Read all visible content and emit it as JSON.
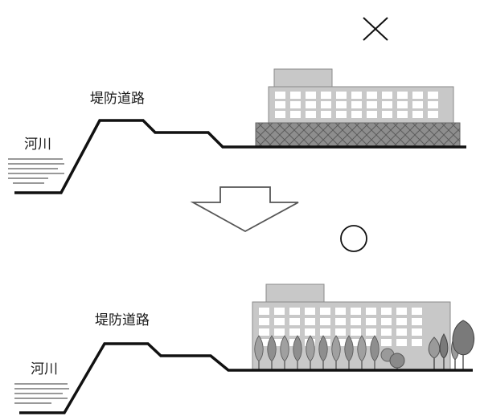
{
  "top_panel": {
    "verdict_mark": "×",
    "river_label": "河川",
    "road_label": "堤防道路"
  },
  "arrow": {
    "direction": "down"
  },
  "bottom_panel": {
    "verdict_mark": "○",
    "river_label": "河川",
    "road_label": "堤防道路"
  },
  "colors": {
    "ground": "#111111",
    "building_fill": "#c8c8c8",
    "building_stroke": "#8a8a8a",
    "window": "#ffffff",
    "hatch_base": "#8e8e8e",
    "tree_fill": "#9a9a9a",
    "tree_dark": "#7a7a7a"
  }
}
